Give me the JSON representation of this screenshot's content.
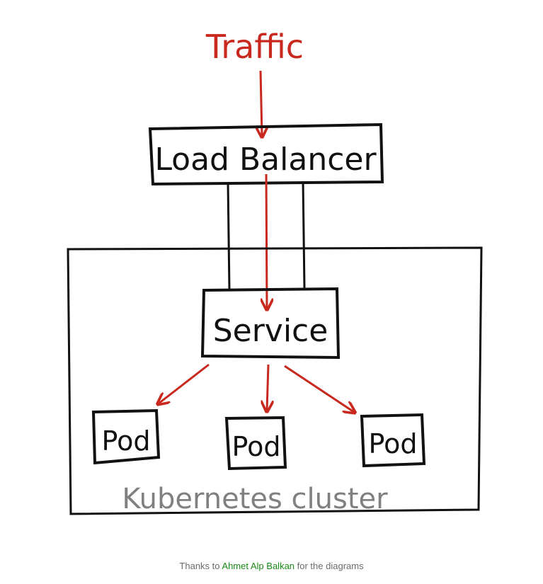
{
  "diagram": {
    "traffic_label": "Traffic",
    "load_balancer_label": "Load Balancer",
    "service_label": "Service",
    "pods": [
      "Pod",
      "Pod",
      "Pod"
    ],
    "cluster_label": "Kubernetes cluster",
    "colors": {
      "arrow": "#c8281e",
      "ink": "#111111",
      "cluster_text": "#808080"
    }
  },
  "caption": {
    "prefix": "Thanks to ",
    "link": "Ahmet Alp Balkan",
    "suffix": " for the diagrams"
  }
}
